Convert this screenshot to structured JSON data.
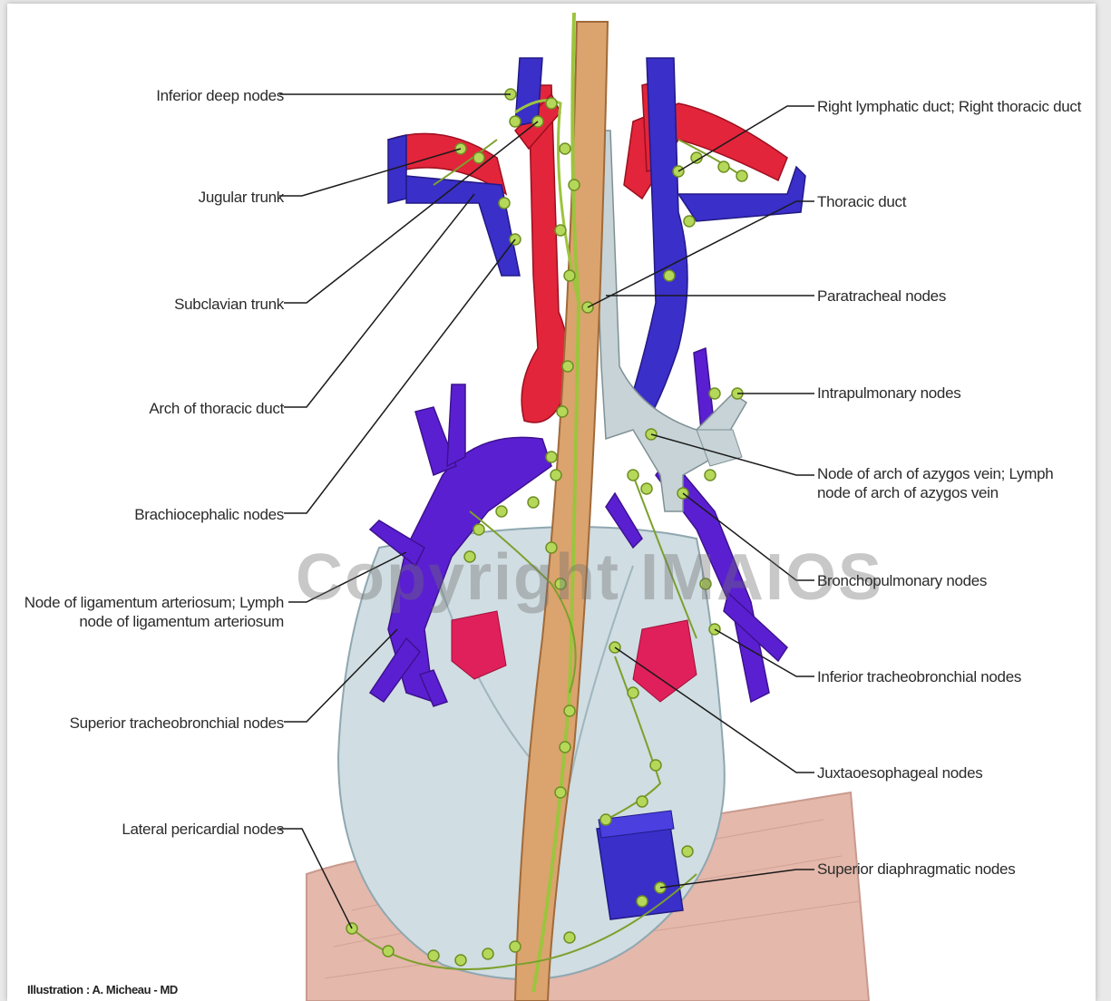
{
  "labels": {
    "inferior_deep_nodes": "Inferior deep nodes",
    "jugular_trunk": "Jugular trunk",
    "subclavian_trunk": "Subclavian trunk",
    "arch_of_thoracic_duct": "Arch of thoracic duct",
    "brachiocephalic_nodes": "Brachiocephalic nodes",
    "node_of_ligamentum_arteriosum": "Node of ligamentum arteriosum; Lymph\nnode of ligamentum arteriosum",
    "superior_tracheobronchial_nodes": "Superior tracheobronchial nodes",
    "lateral_pericardial_nodes": "Lateral pericardial nodes",
    "right_lymphatic_duct": "Right lymphatic duct; Right thoracic duct",
    "thoracic_duct": "Thoracic duct",
    "paratracheal_nodes": "Paratracheal nodes",
    "intrapulmonary_nodes": "Intrapulmonary nodes",
    "node_of_arch_of_azygos_vein": "Node of arch of azygos vein; Lymph\nnode of arch of azygos vein",
    "bronchopulmonary_nodes": "Bronchopulmonary nodes",
    "inferior_tracheobronchial_nodes": "Inferior tracheobronchial nodes",
    "juxtaoesophageal_nodes": "Juxtaoesophageal nodes",
    "superior_diaphragmatic_nodes": "Superior diaphragmatic nodes"
  },
  "watermark": "Copyright IMAIOS",
  "credit": "Illustration : A. Micheau - MD",
  "colors": {
    "artery": "#e2253a",
    "vein": "#3a2fc9",
    "pulmonary_vein": "#5a1fd0",
    "lymph_node": "#b5d85a",
    "esophagus": "#d9a06a",
    "heart": "#d3dfe3",
    "diaphragm": "#e3b7aa",
    "leader_line": "#1a1a1a"
  }
}
